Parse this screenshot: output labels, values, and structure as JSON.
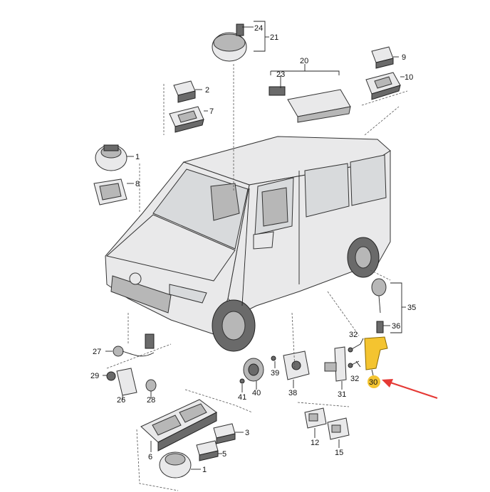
{
  "diagram": {
    "highlight_color": "#f4c430",
    "arrow_color": "#e53935",
    "callouts": [
      {
        "id": "c1a",
        "label": "1"
      },
      {
        "id": "c1b",
        "label": "1"
      },
      {
        "id": "c2",
        "label": "2"
      },
      {
        "id": "c3",
        "label": "3"
      },
      {
        "id": "c5",
        "label": "5"
      },
      {
        "id": "c6",
        "label": "6"
      },
      {
        "id": "c7",
        "label": "7"
      },
      {
        "id": "c8",
        "label": "8"
      },
      {
        "id": "c9",
        "label": "9"
      },
      {
        "id": "c10",
        "label": "10"
      },
      {
        "id": "c12",
        "label": "12"
      },
      {
        "id": "c15",
        "label": "15"
      },
      {
        "id": "c20",
        "label": "20"
      },
      {
        "id": "c21",
        "label": "21"
      },
      {
        "id": "c23",
        "label": "23"
      },
      {
        "id": "c24",
        "label": "24"
      },
      {
        "id": "c26",
        "label": "26"
      },
      {
        "id": "c27",
        "label": "27"
      },
      {
        "id": "c28",
        "label": "28"
      },
      {
        "id": "c29",
        "label": "29"
      },
      {
        "id": "c30",
        "label": "30"
      },
      {
        "id": "c31",
        "label": "31"
      },
      {
        "id": "c32a",
        "label": "32"
      },
      {
        "id": "c32b",
        "label": "32"
      },
      {
        "id": "c35",
        "label": "35"
      },
      {
        "id": "c36",
        "label": "36"
      },
      {
        "id": "c38",
        "label": "38"
      },
      {
        "id": "c39",
        "label": "39"
      },
      {
        "id": "c40",
        "label": "40"
      },
      {
        "id": "c41",
        "label": "41"
      }
    ]
  }
}
